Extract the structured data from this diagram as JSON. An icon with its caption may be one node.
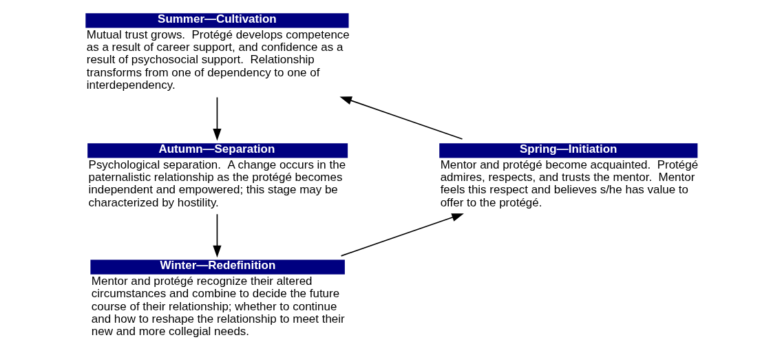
{
  "diagram": {
    "nodes": [
      {
        "text": [
          "Summer—Cultivation",
          "Mutual trust grows.  Protégé develops competence as a result of career support, and confidence as a result of psychosocial support.  Relationship transforms from one of dependency to one of interdependency."
        ]
      },
      {
        "text": [
          "Spring—Initiation",
          "Mentor and protégé become acquainted.  Protégé admires, respects, and trusts the mentor.  Mentor feels this respect and believes s/he has value to offer to the protégé."
        ]
      },
      {
        "text": [
          "Autumn—Separation",
          "Psychological separation.  A change occurs in the paternalistic relationship as the protégé becomes independent and empowered; this stage may be characterized by hostility."
        ]
      },
      {
        "text": [
          "Winter—Redefinition",
          "Mentor and protégé recognize their altered circumstances and combine to decide the future course of their relationship; whether to continue and how to reshape the relationship to meet their new and more collegial needs."
        ]
      }
    ],
    "edges": [
      {
        "from": 1,
        "to": 0,
        "arrow": "to"
      },
      {
        "from": 0,
        "to": 2,
        "arrow": "to"
      },
      {
        "from": 2,
        "to": 3,
        "arrow": "to"
      },
      {
        "from": 3,
        "to": 1,
        "arrow": "to"
      }
    ]
  }
}
